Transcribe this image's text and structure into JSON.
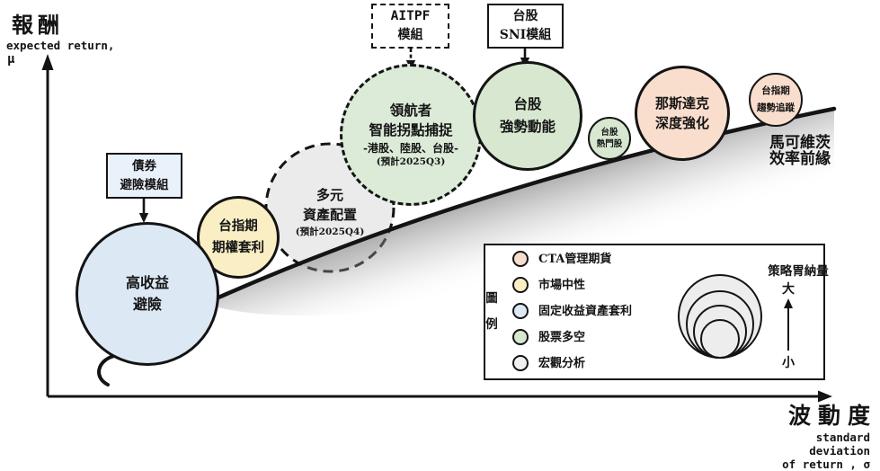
{
  "y_axis": {
    "zh": "報酬",
    "en": "expected return,",
    "symbol": "μ"
  },
  "x_axis": {
    "zh": "波動度",
    "en1": "standard",
    "en2": "deviation",
    "en3": "of return , σ"
  },
  "frontier": {
    "line1": "馬可維茨",
    "line2": "效率前緣"
  },
  "callouts": {
    "bond": {
      "line1": "債券",
      "line2": "避險模組"
    },
    "aitpf": {
      "line1": "AITPF",
      "line2": "模組"
    },
    "sni": {
      "line1": "台股",
      "line2": "SNI模組"
    }
  },
  "bubbles": {
    "high_yield": {
      "line1": "高收益",
      "line2": "避險"
    },
    "taiex_option": {
      "line1": "台指期",
      "line2": "期權套利"
    },
    "multi_asset": {
      "line1": "多元",
      "line2": "資產配置",
      "note": "(預計2025Q4)"
    },
    "pilot": {
      "line1": "領航者",
      "line2": "智能拐點捕捉",
      "sub": "-港股、陸股、台股-",
      "note": "(預計2025Q3)"
    },
    "tw_momentum": {
      "line1": "台股",
      "line2": "強勢動能"
    },
    "tw_hot": {
      "line1": "台股",
      "line2": "熱門股"
    },
    "nasdaq": {
      "line1": "那斯達克",
      "line2": "深度強化"
    },
    "taiex_trend": {
      "line1": "台指期",
      "line2": "趨勢追蹤"
    }
  },
  "legend": {
    "title_char1": "圖",
    "title_char2": "例",
    "items": [
      {
        "label": "CTA管理期貨",
        "color": "#f8dccd"
      },
      {
        "label": "市場中性",
        "color": "#faeec5"
      },
      {
        "label": "固定收益資產套利",
        "color": "#dce9f5"
      },
      {
        "label": "股票多空",
        "color": "#d7e7d0"
      },
      {
        "label": "宏觀分析",
        "color": "#f0f0f0"
      }
    ],
    "capacity": {
      "title": "策略胃納量",
      "big": "大",
      "small": "小"
    }
  },
  "colors": {
    "cta_pink": "#f8dccd",
    "market_neutral_yellow": "#faeec5",
    "fixed_income_blue": "#dce9f5",
    "equity_green": "#d7e7d0",
    "macro_gray": "#ebebeb",
    "bond_box_blue": "#e9f1fb",
    "ink": "#141414"
  }
}
